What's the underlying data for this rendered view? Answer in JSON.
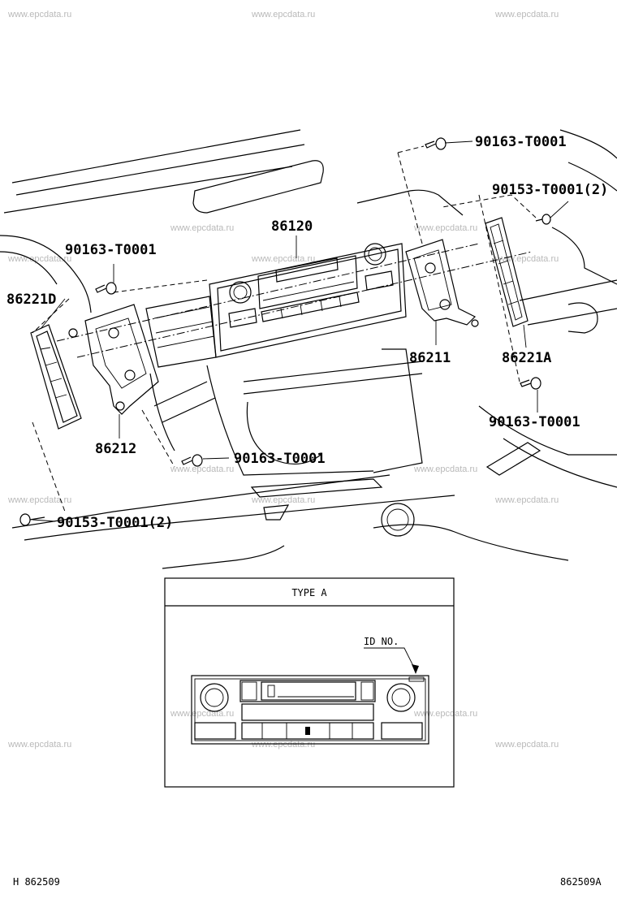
{
  "watermark": "www.epcdata.ru",
  "part_labels": {
    "p86120": "86120",
    "p86221D": "86221D",
    "p86221A": "86221A",
    "p86211": "86211",
    "p86212": "86212",
    "screw_top_right": "90163-T0001",
    "bolt_right": "90153-T0001(2)",
    "screw_left": "90163-T0001",
    "screw_right_lower": "90163-T0001",
    "screw_center_lower": "90163-T0001",
    "bolt_left_lower": "90153-T0001(2)"
  },
  "inset": {
    "title": "TYPE A",
    "id_label": "ID NO."
  },
  "footer": {
    "left_code": "H 862509",
    "right_code": "862509A"
  }
}
